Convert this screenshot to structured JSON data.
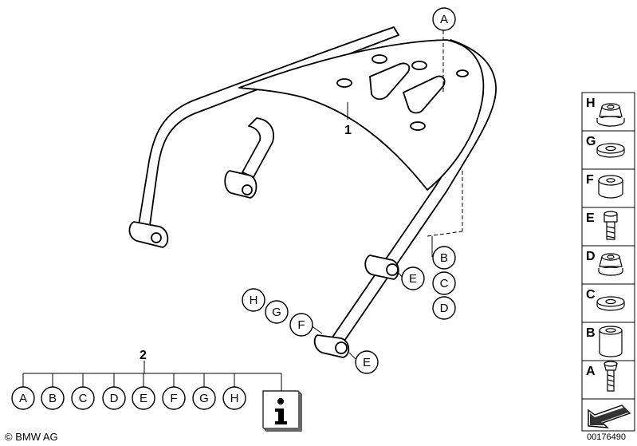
{
  "main_part": {
    "label": "1"
  },
  "set": {
    "label": "2",
    "items": [
      "A",
      "B",
      "C",
      "D",
      "E",
      "F",
      "G",
      "H"
    ],
    "info_icon": "info-icon"
  },
  "callouts": {
    "a_top": "A",
    "b": "B",
    "c": "C",
    "d": "D",
    "e_mid": "E",
    "e_low": "E",
    "h": "H",
    "g": "G",
    "f": "F"
  },
  "sidebar": {
    "items": [
      {
        "letter": "H",
        "icon": "flange-nut-icon"
      },
      {
        "letter": "G",
        "icon": "washer-icon"
      },
      {
        "letter": "F",
        "icon": "rubber-bushing-icon"
      },
      {
        "letter": "E",
        "icon": "bolt-icon"
      },
      {
        "letter": "D",
        "icon": "hex-nut-icon"
      },
      {
        "letter": "C",
        "icon": "washer-icon"
      },
      {
        "letter": "B",
        "icon": "spacer-sleeve-icon"
      },
      {
        "letter": "A",
        "icon": "screw-icon"
      }
    ],
    "bottom_icon": "arrow-icon"
  },
  "footer": {
    "copyright": "© BMW AG",
    "doc_number": "00176490"
  }
}
